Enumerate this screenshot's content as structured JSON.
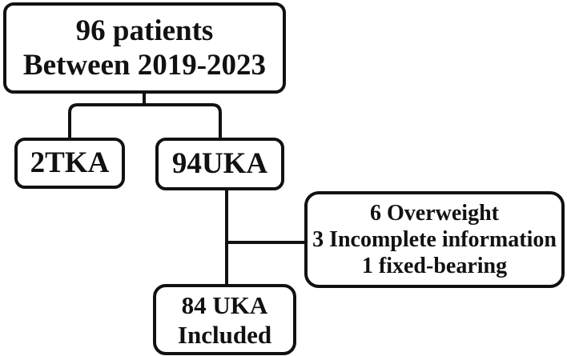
{
  "flowchart": {
    "boxes": {
      "patients": {
        "lines": [
          "96 patients",
          "Between 2019-2023"
        ]
      },
      "tka": {
        "label": "2TKA"
      },
      "uka": {
        "label": "94UKA"
      },
      "exclusions": {
        "lines": [
          "6 Overweight",
          "3 Incomplete information",
          "1 fixed-bearing"
        ]
      },
      "included": {
        "lines": [
          "84 UKA",
          "Included"
        ]
      }
    },
    "colors": {
      "stroke": "#111111",
      "text": "#111111",
      "background": "#ffffff"
    }
  }
}
